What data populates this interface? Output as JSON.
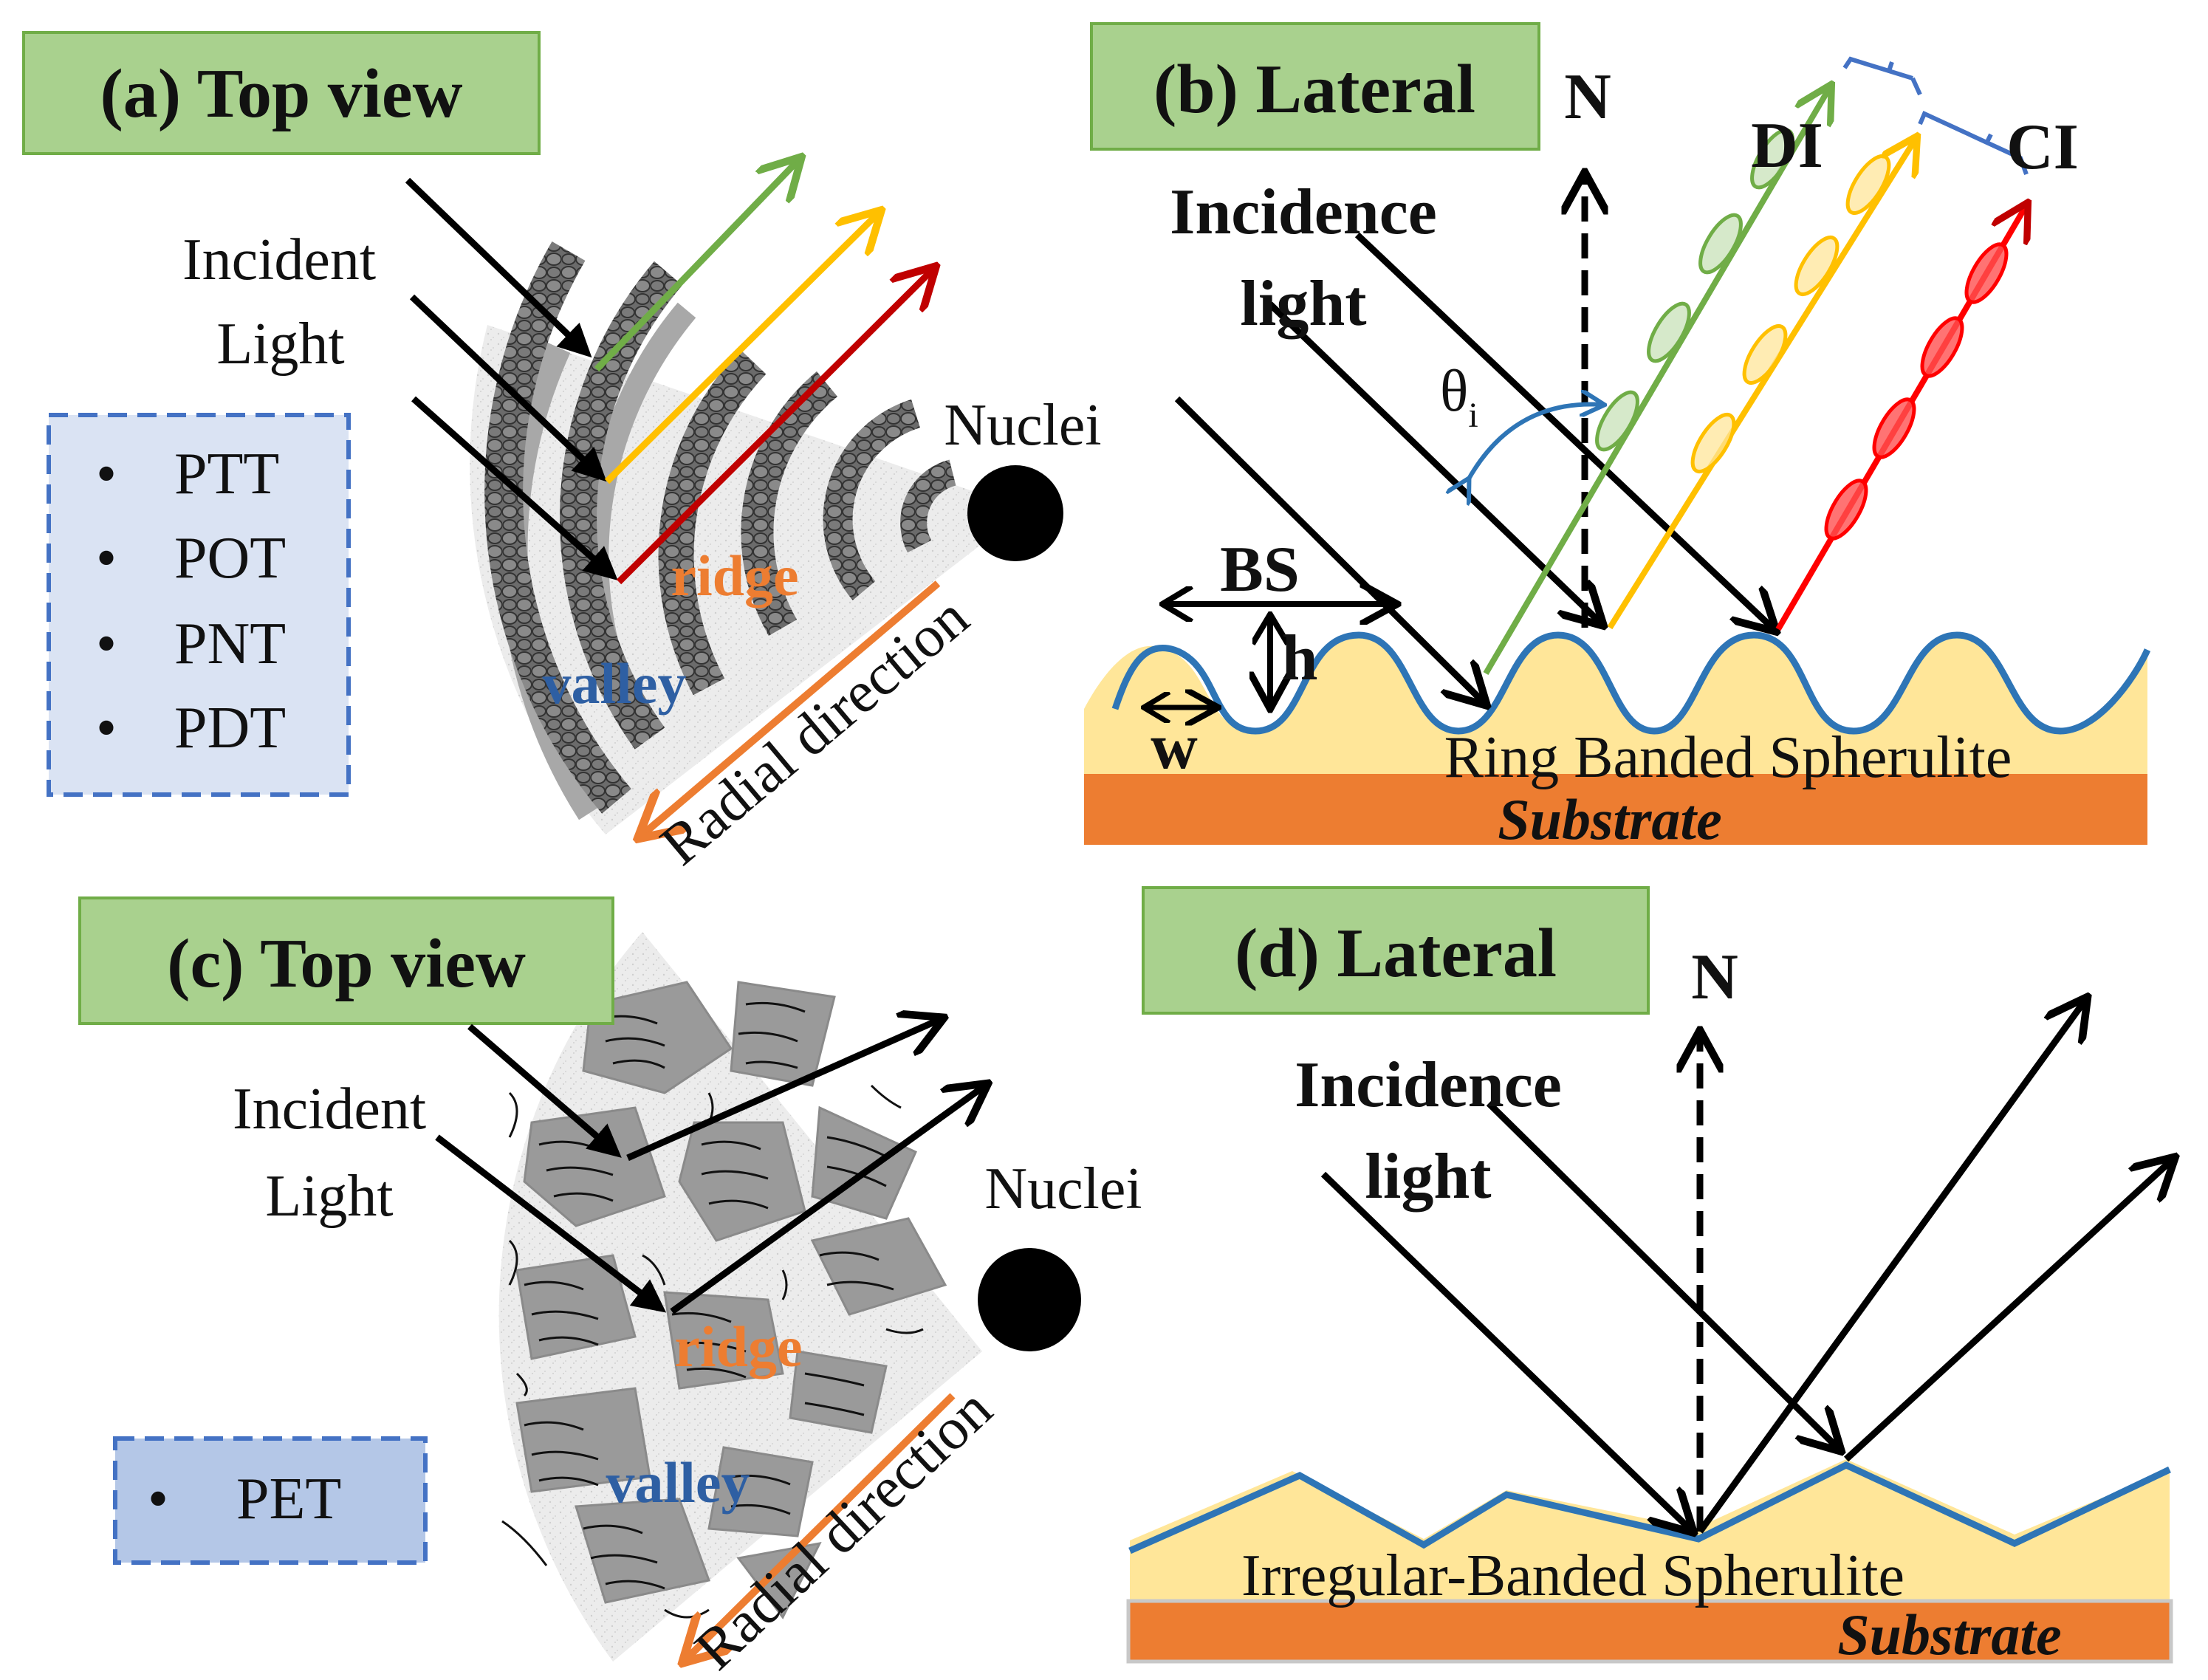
{
  "panels": {
    "a": {
      "title": "(a) Top view",
      "incident": [
        "Incident",
        "Light"
      ],
      "nuclei": "Nuclei",
      "ridge": "ridge",
      "valley": "valley",
      "radial": "Radial  direction",
      "legend_items": [
        "PTT",
        "POT",
        "PNT",
        "PDT"
      ],
      "bullet": "•"
    },
    "b": {
      "title": "(b) Lateral",
      "normal": "N",
      "incidence": [
        "Incidence",
        "light"
      ],
      "theta": "θ",
      "theta_sub": "i",
      "DI": "DI",
      "CI": "CI",
      "BS": "BS",
      "h": "h",
      "w": "w",
      "film": "Ring Banded Spherulite",
      "substrate": "Substrate"
    },
    "c": {
      "title": "(c) Top view",
      "incident": [
        "Incident",
        "Light"
      ],
      "nuclei": "Nuclei",
      "ridge": "ridge",
      "valley": "valley",
      "radial": "Radial  direction",
      "legend_items": [
        "PET"
      ],
      "bullet": "•"
    },
    "d": {
      "title": "(d) Lateral",
      "normal": "N",
      "incidence": [
        "Incidence",
        "light"
      ],
      "film": "Irregular-Banded  Spherulite",
      "substrate": "Substrate"
    }
  },
  "colors": {
    "title_fill": "#A9D18E",
    "title_border": "#70AD47",
    "legend_fill": "#DAE3F3",
    "legend_fill_c": "#B4C7E7",
    "legend_border": "#4472C4",
    "green": "#70AD47",
    "yellow": "#FFC000",
    "red": "#C00000",
    "red_bright": "#FF0000",
    "orange": "#ED7D31",
    "blue": "#2E75B6",
    "film": "#FFE699",
    "substrate": "#ED7D31"
  }
}
